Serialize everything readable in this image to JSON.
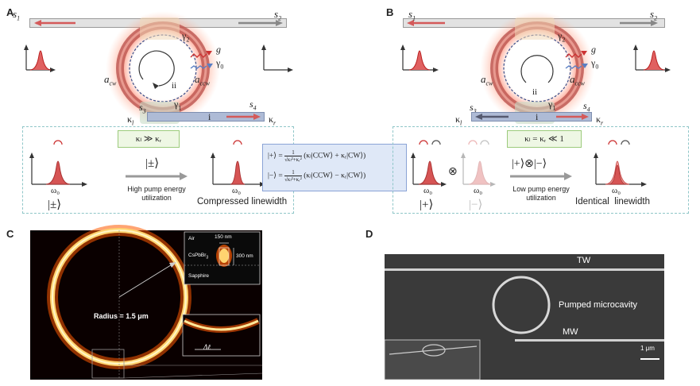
{
  "panels": {
    "A": {
      "letter": "A",
      "s1": "s",
      "s1_sub": "1",
      "s2": "s",
      "s2_sub": "2",
      "s3": "s",
      "s3_sub": "3",
      "s4": "s",
      "s4_sub": "4",
      "gamma2": "γ",
      "gamma2_sub": "2",
      "g": "g",
      "gamma0": "γ",
      "gamma0_sub": "0",
      "gamma1": "γ",
      "gamma1_sub": "1",
      "a_cw": "a",
      "a_cw_sub": "cw",
      "a_ccw": "a",
      "a_ccw_sub": "ccw",
      "ii": "ii",
      "i": "i",
      "kappa_l": "κ",
      "kappa_l_sub": "l",
      "kappa_r": "κ",
      "kappa_r_sub": "r",
      "condition": "κₗ ≫ κᵣ",
      "omega0_left": "ω₀",
      "state_left": "|±⟩",
      "arrow_state": "|±⟩",
      "pump_text_line1": "High pump energy",
      "pump_text_line2": "utilization",
      "omega0_right": "ω₀",
      "result": "Compressed linewidth"
    },
    "equations": {
      "plus_lhs": "|+⟩ =",
      "plus_frac_num": "1",
      "plus_frac_den": "√κₗ²+κᵣ²",
      "plus_rhs": "(κₗ|CCW⟩ + κᵣ|CW⟩)",
      "minus_lhs": "|−⟩ =",
      "minus_frac_num": "1",
      "minus_frac_den": "√κₗ²+κᵣ²",
      "minus_rhs": "(κₗ|CCW⟩ − κᵣ|CW⟩)"
    },
    "B": {
      "letter": "B",
      "s1": "s",
      "s1_sub": "1",
      "s2": "s",
      "s2_sub": "2",
      "s3": "s",
      "s3_sub": "3",
      "s4": "s",
      "s4_sub": "4",
      "gamma2": "γ",
      "gamma2_sub": "2",
      "g": "g",
      "gamma0": "γ",
      "gamma0_sub": "0",
      "gamma1": "γ",
      "gamma1_sub": "1",
      "a_cw": "a",
      "a_cw_sub": "cw",
      "a_ccw": "a",
      "a_ccw_sub": "ccw",
      "ii": "ii",
      "i": "i",
      "kappa_l": "κ",
      "kappa_l_sub": "l",
      "kappa_r": "κ",
      "kappa_r_sub": "r",
      "condition": "κₗ = κᵣ ≪ 1",
      "omega0_a": "ω₀",
      "omega0_b": "ω₀",
      "state_plus": "|+⟩",
      "state_minus": "|−⟩",
      "otimes": "⊗",
      "arrow_state": "|+⟩⊗|−⟩",
      "pump_text_line1": "Low pump energy",
      "pump_text_line2": "utilization",
      "omega0_right": "ω₀",
      "result": "Identical  linewidth"
    },
    "C": {
      "letter": "C",
      "air": "Air",
      "width_label": "150 nm",
      "material": "CsPbBr",
      "material_sub": "3",
      "height_label": "300 nm",
      "substrate": "Sapphire",
      "radius": "Radius = 1.5 μm",
      "delta": "Δℓ"
    },
    "D": {
      "letter": "D",
      "tw": "TW",
      "cavity": "Pumped microcavity",
      "mw": "MW",
      "scale": "1 μm"
    }
  },
  "colors": {
    "red": "#d43b3b",
    "gray_arrow": "#8a8a8a",
    "blue_wave": "#5a7fc4",
    "dash_teal": "#8fc6c8"
  }
}
